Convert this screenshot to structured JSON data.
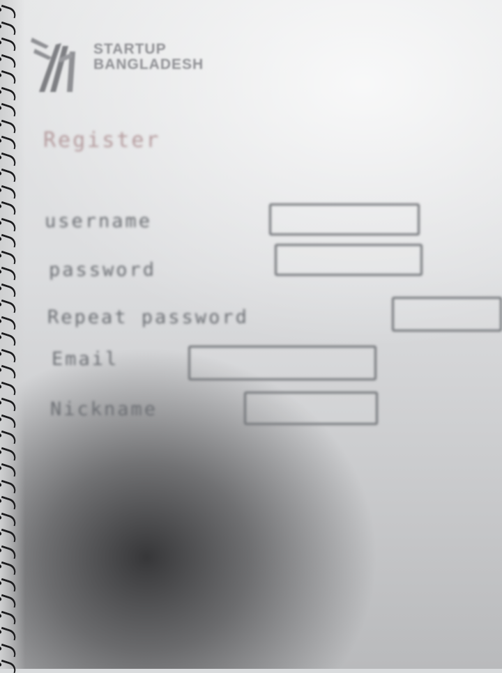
{
  "logo": {
    "line1": "STARTUP",
    "line2": "BANGLADESH"
  },
  "form": {
    "heading": "Register",
    "fields": [
      {
        "label": "username"
      },
      {
        "label": "password"
      },
      {
        "label": "Repeat password"
      },
      {
        "label": "Email"
      },
      {
        "label": "Nickname"
      }
    ]
  },
  "colors": {
    "ink": "#6a6d72",
    "heading_ink": "#b49a9c",
    "logo": "#8f9094"
  }
}
